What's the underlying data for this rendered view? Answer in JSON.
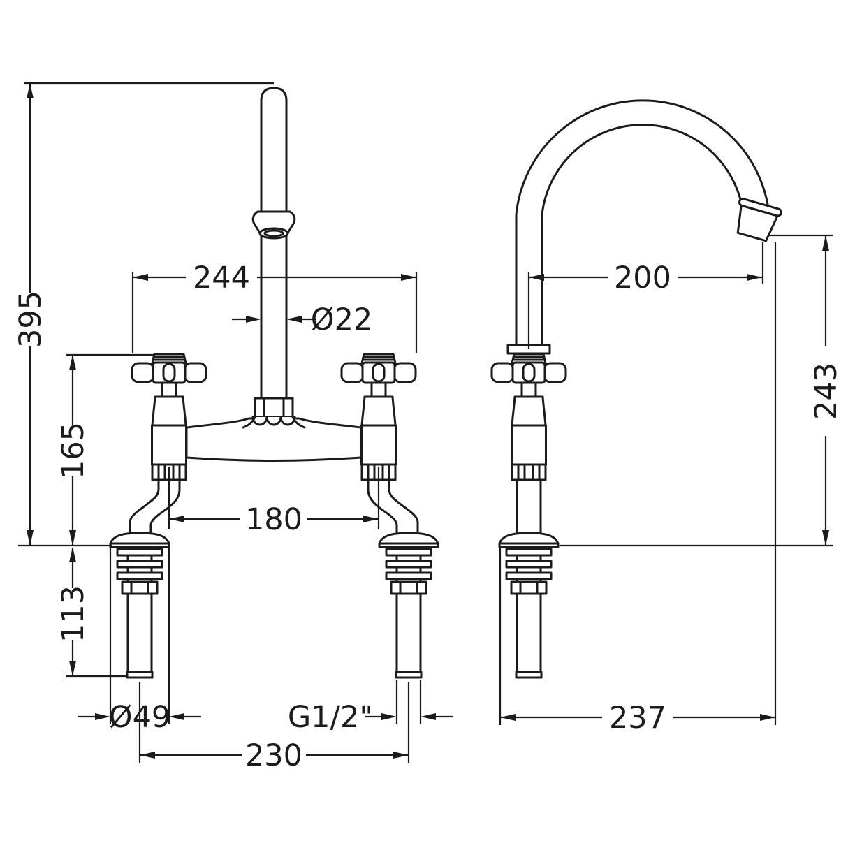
{
  "drawing": {
    "title": "Bridge mixer tap technical drawing",
    "views": {
      "front": "front-elevation",
      "side": "side-elevation"
    },
    "colors": {
      "background": "#ffffff",
      "line": "#1b1b1b"
    }
  },
  "dimensions": {
    "front": {
      "overall_height": {
        "label": "395"
      },
      "handle_span": {
        "label": "244"
      },
      "spout_diameter": {
        "label": "Ø22"
      },
      "body_height": {
        "label": "165"
      },
      "valve_centres": {
        "label": "180"
      },
      "tail_length": {
        "label": "113"
      },
      "flange_diameter": {
        "label": "Ø49"
      },
      "inlet_thread": {
        "label": "G1/2\""
      },
      "tail_centres": {
        "label": "230"
      }
    },
    "side": {
      "spout_reach": {
        "label": "200"
      },
      "spout_clearance": {
        "label": "243"
      },
      "overall_depth": {
        "label": "237"
      }
    }
  }
}
